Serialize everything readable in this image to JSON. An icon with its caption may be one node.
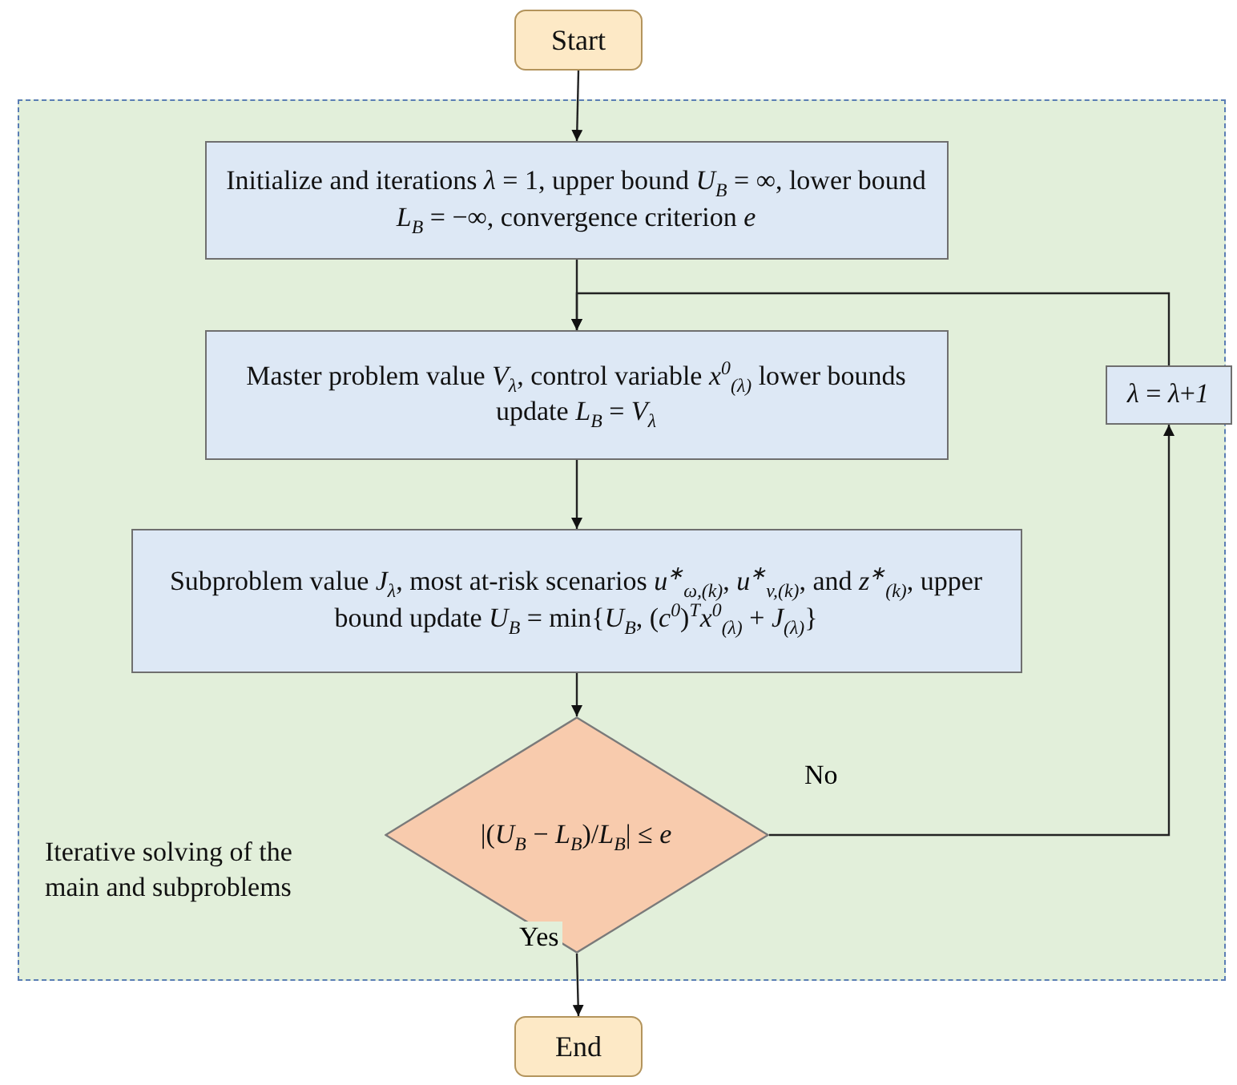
{
  "diagram": {
    "nodes": [
      {
        "text": [
          "Start"
        ]
      },
      {
        "text": [
          "Iterative solving of the main and subproblems"
        ]
      },
      {
        "text": [
          "Initialize and iterations *λ* = 1, upper bound *U*$_{B}$ = ∞, lower bound *L*$_{B}$ = −∞, convergence criterion *e*"
        ],
        "in": 1
      },
      {
        "text": [
          "Master problem value *V*$_{λ}$, control variable *x*$^{0}$$_{(λ)}$ lower bounds update *L*$_{B}$ = *V*$_{λ}$"
        ],
        "in": 1
      },
      {
        "text": [
          "Subproblem value *J*$_{λ}$, most at-risk scenarios *u*$^{∗}$$_{ω,(k)}$, *u*$^{∗}$$_{v,(k)}$, and *z*$^{∗}$$_{(k)}$, upper bound update *U*$_{B}$ = min{*U*$_{B}$, (*c*$^{0}$)$^{T}$*x*$^{0}$$_{(λ)}$ + *J*$_{(λ)}$}"
        ],
        "in": 1
      },
      {
        "text": [
          "|(*U*$_{B}$ − *L*$_{B}$)/*L*$_{B}$| ≤ *e*"
        ],
        "in": 1
      },
      {
        "text": [
          "*λ* = *λ*+*1*"
        ],
        "in": 1
      },
      {
        "text": [
          "End"
        ]
      }
    ],
    "edges": [
      {
        "from": 0,
        "to": 2,
        "arrow": "to"
      },
      {
        "from": 2,
        "to": 3,
        "arrow": "to"
      },
      {
        "from": 3,
        "to": 4,
        "arrow": "to"
      },
      {
        "from": 4,
        "to": 5,
        "arrow": "to"
      },
      {
        "from": 5,
        "to": 6,
        "arrow": "to",
        "label": "No"
      },
      {
        "from": 6,
        "to": 3,
        "arrow": "to"
      },
      {
        "from": 5,
        "to": 7,
        "arrow": "to",
        "label": "Yes"
      }
    ]
  }
}
